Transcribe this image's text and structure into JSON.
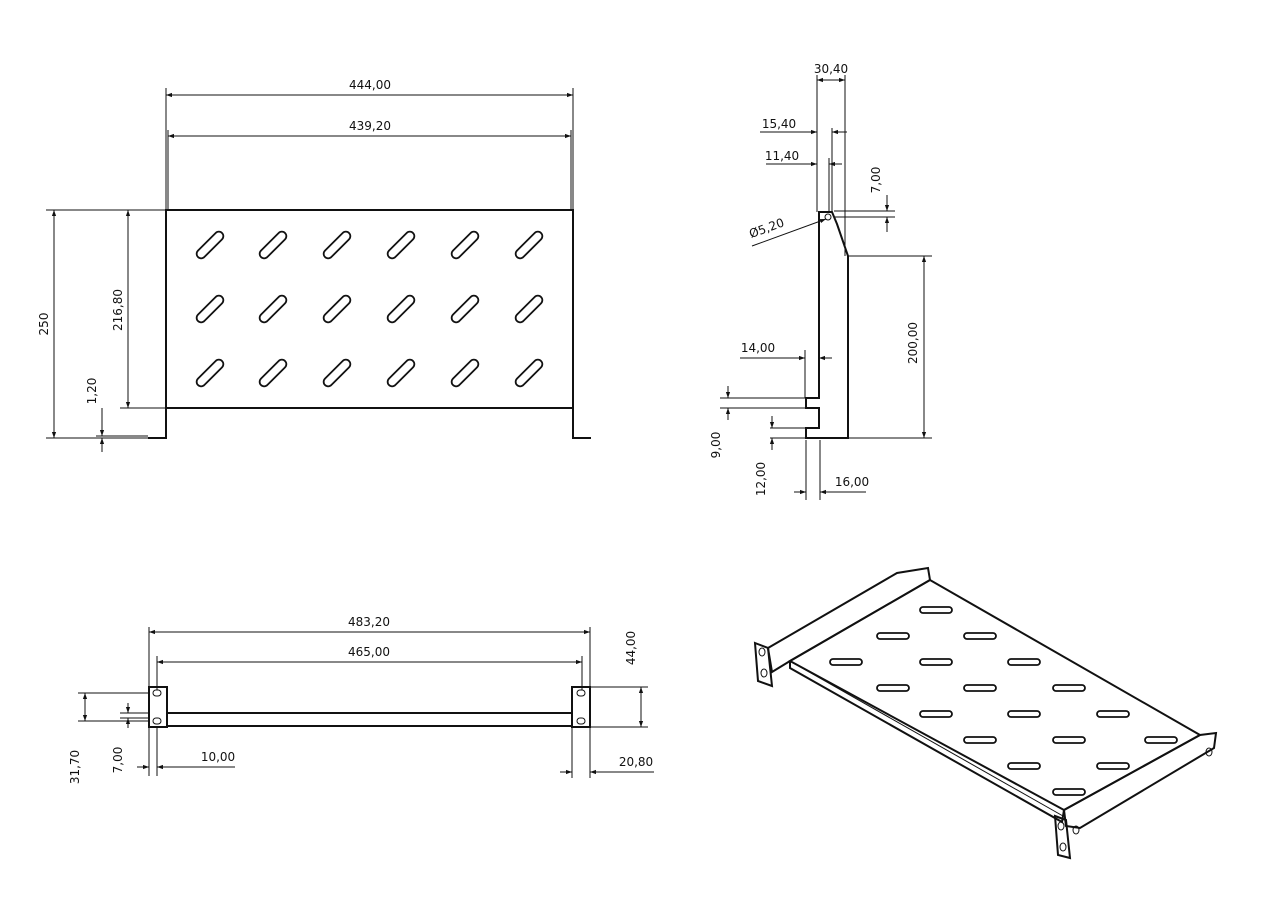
{
  "front_view": {
    "width_outer": "444,00",
    "width_inner": "439,20",
    "height_total": "250",
    "height_panel": "216,80",
    "thickness": "1,20"
  },
  "side_view": {
    "depth_top": "30,40",
    "offset_a": "15,40",
    "offset_b": "11,40",
    "hole_offset": "7,00",
    "hole_diameter": "Ø5,20",
    "height_flange": "200,00",
    "lip_width": "14,00",
    "lip_height": "9,00",
    "foot_height": "12,00",
    "foot_width": "16,00"
  },
  "top_view": {
    "total_width": "483,20",
    "hole_spacing": "465,00",
    "height": "44,00",
    "hole_vertical": "31,70",
    "hole_gap": "7,00",
    "hole_edge": "10,00",
    "ear_width": "20,80"
  }
}
